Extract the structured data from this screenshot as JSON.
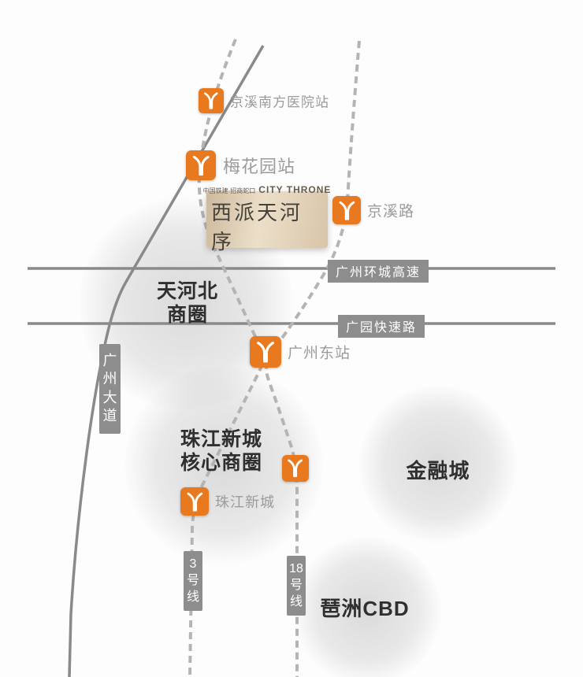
{
  "project": {
    "brand_prefix": "中国铁建·招商蛇口",
    "brand_en": "CITY THRONE",
    "name": "西派天河序"
  },
  "stations": [
    {
      "label": "京溪南方医院站"
    },
    {
      "label": "梅花园站"
    },
    {
      "label": "京溪路"
    },
    {
      "label": "广州东站"
    },
    {
      "label": "珠江新城"
    }
  ],
  "districts": {
    "tianhebei": {
      "line1": "天河北",
      "line2": "商圈"
    },
    "zhujiang": {
      "line1": "珠江新城",
      "line2": "核心商圈"
    },
    "financial_city": {
      "name": "金融城"
    },
    "pazhou": {
      "name": "琶洲CBD"
    }
  },
  "roads": {
    "ring_expressway": "广州环城高速",
    "guangyuan_expressway": "广园快速路",
    "guangzhou_avenue": "广州大道"
  },
  "metro_lines": {
    "line_3": "3号线",
    "line_18": "18号线"
  },
  "colors": {
    "metro_orange": "#e8791e",
    "badge_gray": "#8d8d8d"
  }
}
